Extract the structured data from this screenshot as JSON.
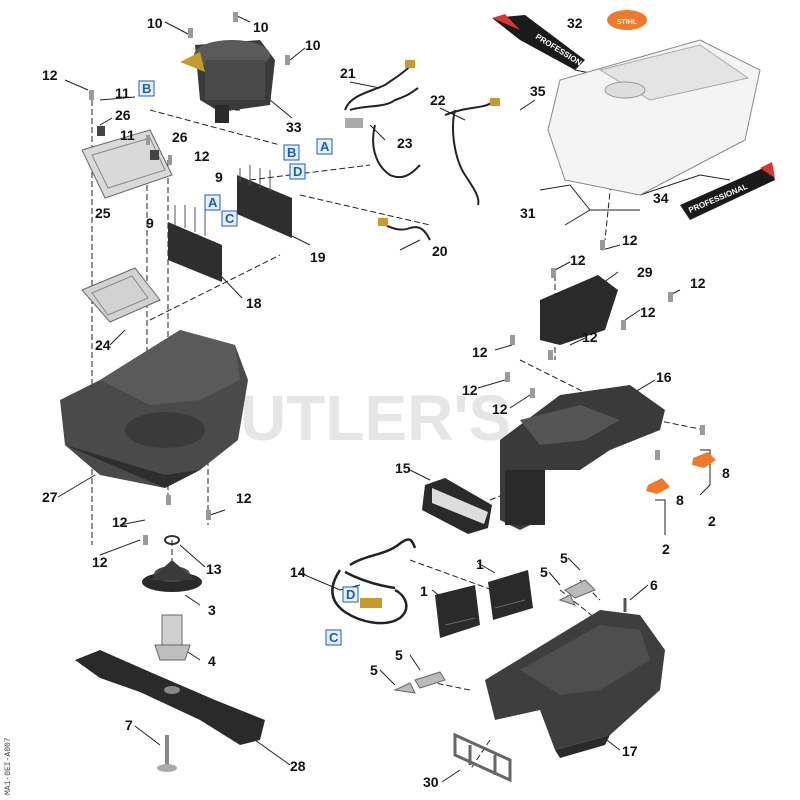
{
  "watermark": "UTLER'S",
  "side_code": "MA1-0EI-A007",
  "colors": {
    "part": "#3a3a3a",
    "part_light": "#6a6a6a",
    "accent": "#f07a2a",
    "ref_box": "#1a5fb4"
  },
  "decals": {
    "left": "PROFESSIONAL",
    "right": "PROFESSIONAL",
    "badge": "STIHL"
  },
  "callouts": [
    {
      "id": "c10a",
      "text": "10"
    },
    {
      "id": "c10b",
      "text": "10"
    },
    {
      "id": "c10c",
      "text": "10"
    },
    {
      "id": "c12a",
      "text": "12"
    },
    {
      "id": "c11a",
      "text": "11"
    },
    {
      "id": "c26a",
      "text": "26"
    },
    {
      "id": "c11b",
      "text": "11"
    },
    {
      "id": "c26b",
      "text": "26"
    },
    {
      "id": "c12b",
      "text": "12"
    },
    {
      "id": "c25",
      "text": "25"
    },
    {
      "id": "c9a",
      "text": "9"
    },
    {
      "id": "c9b",
      "text": "9"
    },
    {
      "id": "c21",
      "text": "21"
    },
    {
      "id": "c23",
      "text": "23"
    },
    {
      "id": "c33",
      "text": "33"
    },
    {
      "id": "c22",
      "text": "22"
    },
    {
      "id": "c35",
      "text": "35"
    },
    {
      "id": "c32",
      "text": "32"
    },
    {
      "id": "c31",
      "text": "31"
    },
    {
      "id": "c34",
      "text": "34"
    },
    {
      "id": "c19",
      "text": "19"
    },
    {
      "id": "c20",
      "text": "20"
    },
    {
      "id": "c18",
      "text": "18"
    },
    {
      "id": "c24",
      "text": "24"
    },
    {
      "id": "c27",
      "text": "27"
    },
    {
      "id": "c12c",
      "text": "12"
    },
    {
      "id": "c12d",
      "text": "12"
    },
    {
      "id": "c12e",
      "text": "12"
    },
    {
      "id": "c13",
      "text": "13"
    },
    {
      "id": "c3",
      "text": "3"
    },
    {
      "id": "c4",
      "text": "4"
    },
    {
      "id": "c7",
      "text": "7"
    },
    {
      "id": "c28",
      "text": "28"
    },
    {
      "id": "c12f",
      "text": "12"
    },
    {
      "id": "c12g",
      "text": "12"
    },
    {
      "id": "c29",
      "text": "29"
    },
    {
      "id": "c12h",
      "text": "12"
    },
    {
      "id": "c12i",
      "text": "12"
    },
    {
      "id": "c12j",
      "text": "12"
    },
    {
      "id": "c12k",
      "text": "12"
    },
    {
      "id": "c12l",
      "text": "12"
    },
    {
      "id": "c12m",
      "text": "12"
    },
    {
      "id": "c16",
      "text": "16"
    },
    {
      "id": "c8a",
      "text": "8"
    },
    {
      "id": "c8b",
      "text": "8"
    },
    {
      "id": "c2a",
      "text": "2"
    },
    {
      "id": "c2b",
      "text": "2"
    },
    {
      "id": "c15",
      "text": "15"
    },
    {
      "id": "c14",
      "text": "14"
    },
    {
      "id": "c1a",
      "text": "1"
    },
    {
      "id": "c1b",
      "text": "1"
    },
    {
      "id": "c5a",
      "text": "5"
    },
    {
      "id": "c5b",
      "text": "5"
    },
    {
      "id": "c5c",
      "text": "5"
    },
    {
      "id": "c5d",
      "text": "5"
    },
    {
      "id": "c6",
      "text": "6"
    },
    {
      "id": "c17",
      "text": "17"
    },
    {
      "id": "c30",
      "text": "30"
    }
  ],
  "refs": [
    {
      "id": "rB1",
      "text": "B"
    },
    {
      "id": "rA1",
      "text": "A"
    },
    {
      "id": "rB2",
      "text": "B"
    },
    {
      "id": "rD1",
      "text": "D"
    },
    {
      "id": "rA2",
      "text": "A"
    },
    {
      "id": "rC1",
      "text": "C"
    },
    {
      "id": "rD2",
      "text": "D"
    },
    {
      "id": "rC2",
      "text": "C"
    }
  ]
}
